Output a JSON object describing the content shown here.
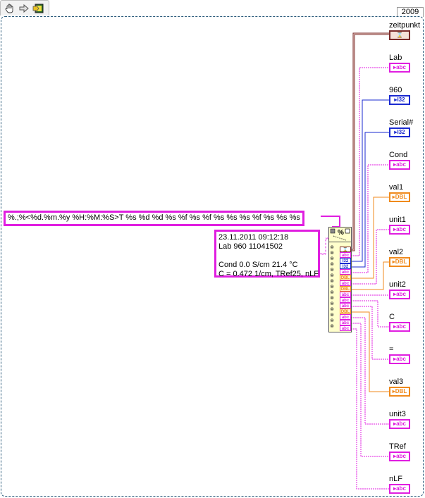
{
  "toolbar": {
    "icons": [
      "hand-cursor-icon",
      "arrow-right-icon",
      "run-node-icon"
    ]
  },
  "version_label": "2009",
  "format_string": "%.;%<%d.%m.%y %H:%M:%S>T %s %d %d %s %f %s %f %s %s %s %f %s %s %s",
  "input_string": {
    "lines": [
      "23.11.2011 09:12:18",
      "Lab 960 11041502",
      "",
      "Cond 0.0 S/cm 21.4 °C",
      "C = 0.472 1/cm, TRef25, nLF"
    ]
  },
  "scan_node": {
    "name": "Scan From String",
    "icon_text": "%",
    "outputs": [
      "ts",
      "abc",
      "I32",
      "I32",
      "abc",
      "DBL",
      "abc",
      "DBL",
      "abc",
      "abc",
      "abc",
      "DBL",
      "abc",
      "abc",
      "abc"
    ]
  },
  "indicators": [
    {
      "label": "zeitpunkt",
      "type": "ts",
      "glyph": "⌛"
    },
    {
      "label": "Lab",
      "type": "str",
      "glyph": "▸abc"
    },
    {
      "label": "960",
      "type": "i32",
      "glyph": "▸I32"
    },
    {
      "label": "Serial#",
      "type": "i32",
      "glyph": "▸I32"
    },
    {
      "label": "Cond",
      "type": "str",
      "glyph": "▸abc"
    },
    {
      "label": "val1",
      "type": "dbl",
      "glyph": "▸DBL"
    },
    {
      "label": "unit1",
      "type": "str",
      "glyph": "▸abc"
    },
    {
      "label": "val2",
      "type": "dbl",
      "glyph": "▸DBL"
    },
    {
      "label": "unit2",
      "type": "str",
      "glyph": "▸abc"
    },
    {
      "label": "C",
      "type": "str",
      "glyph": "▸abc"
    },
    {
      "label": "=",
      "type": "str",
      "glyph": "▸abc"
    },
    {
      "label": "val3",
      "type": "dbl",
      "glyph": "▸DBL"
    },
    {
      "label": "unit3",
      "type": "str",
      "glyph": "▸abc"
    },
    {
      "label": "TRef",
      "type": "str",
      "glyph": "▸abc"
    },
    {
      "label": "nLF",
      "type": "str",
      "glyph": "▸abc"
    }
  ],
  "colors": {
    "string": "#e01ee0",
    "i32": "#1a2ad0",
    "dbl": "#f08a1c",
    "timestamp": "#7a2a2a",
    "frame": "#2a5a7a"
  }
}
